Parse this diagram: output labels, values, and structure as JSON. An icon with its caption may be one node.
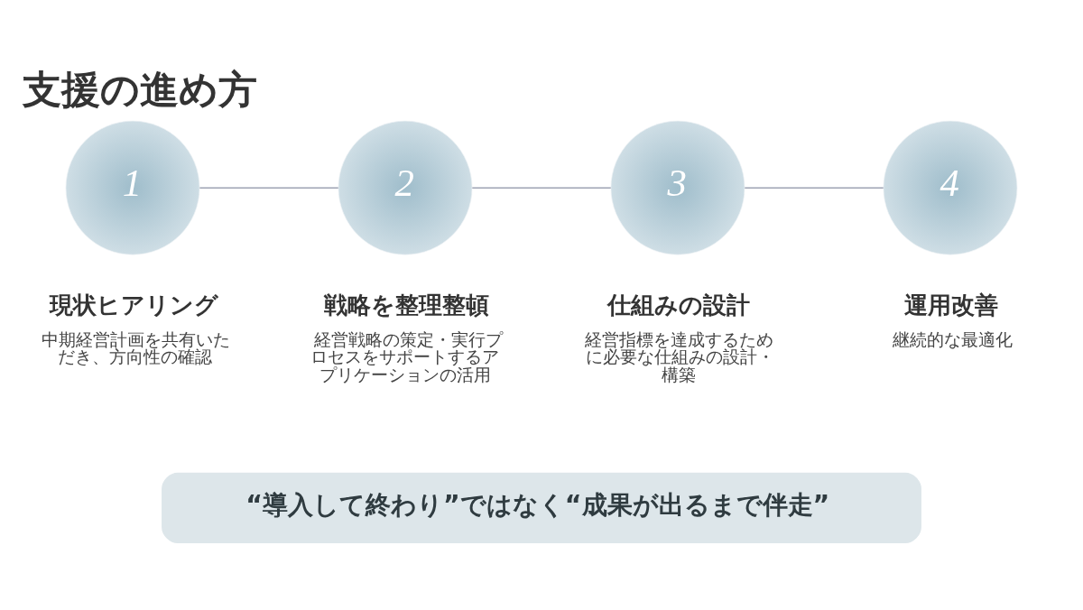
{
  "diagram": {
    "title": "支援の進め方",
    "nodes": [
      {
        "text": [
          "1"
        ],
        "beside": [
          "現状ヒアリング",
          "中期経営計画を共有いただき、方向性の確認"
        ]
      },
      {
        "text": [
          "2"
        ],
        "beside": [
          "戦略を整理整頓",
          "経営戦略の策定・実行プロセスをサポートするアプリケーションの活用"
        ]
      },
      {
        "text": [
          "3"
        ],
        "beside": [
          "仕組みの設計",
          "経営指標を達成するために必要な仕組みの設計・構築"
        ]
      },
      {
        "text": [
          "4"
        ],
        "beside": [
          "運用改善",
          "継続的な最適化"
        ]
      },
      {
        "text": [
          "“導入して終わり”ではなく“成果が出るまで伴走”"
        ]
      }
    ],
    "edges": [
      {
        "from": 0,
        "to": 1,
        "arrow": "none"
      },
      {
        "from": 1,
        "to": 2,
        "arrow": "none"
      },
      {
        "from": 2,
        "to": 3,
        "arrow": "none"
      }
    ]
  }
}
